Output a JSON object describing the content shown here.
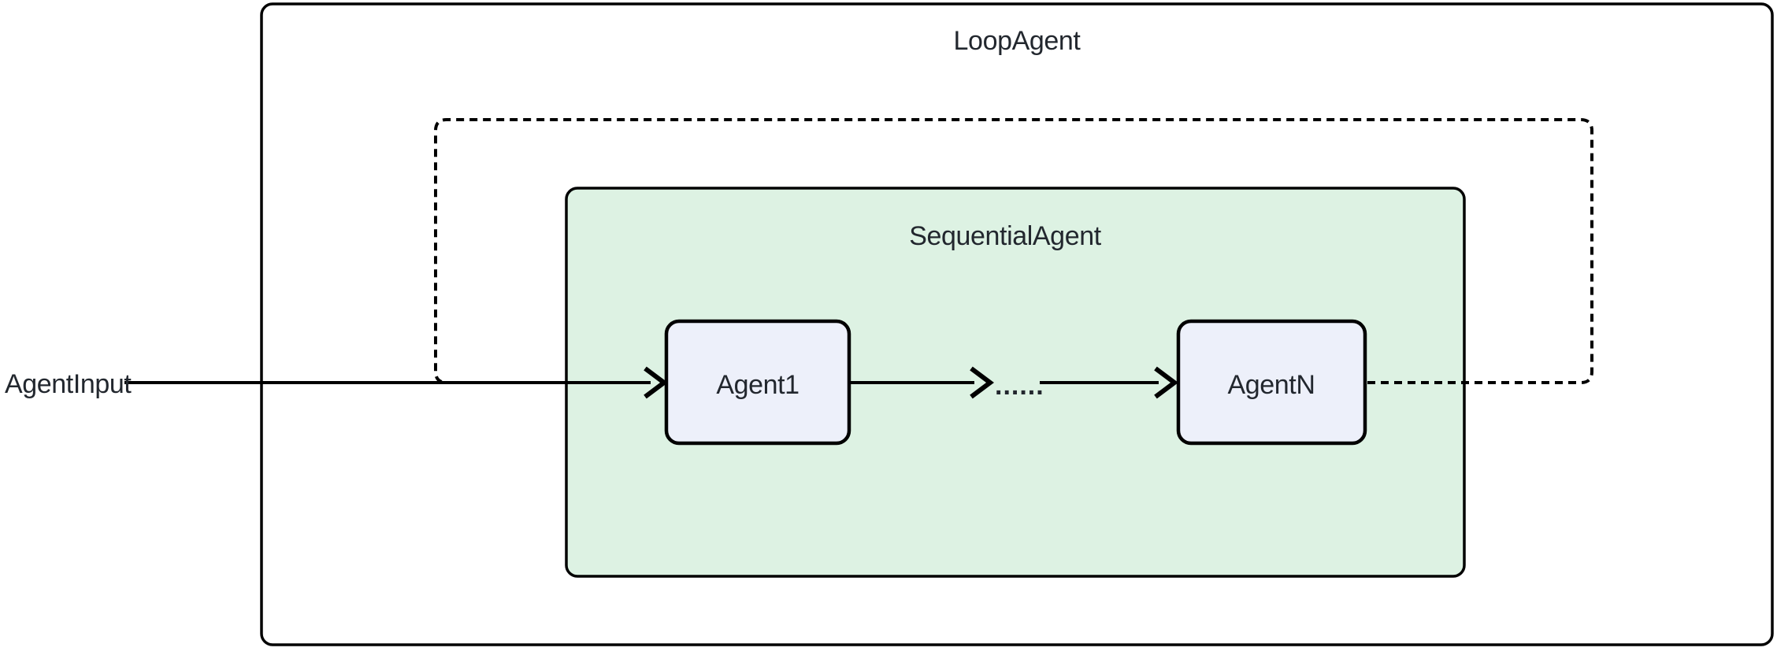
{
  "diagram": {
    "colors": {
      "background": "#ffffff",
      "line": "#000000",
      "text": "#22272e",
      "sequential_fill": "#ddf2e3",
      "node_fill": "#edf0fa"
    },
    "outer": {
      "label": "LoopAgent"
    },
    "sequential": {
      "label": "SequentialAgent"
    },
    "nodes": [
      {
        "label": "Agent1"
      },
      {
        "label": "AgentN"
      }
    ],
    "ellipsis": "......",
    "input": {
      "label": "AgentInput"
    }
  }
}
